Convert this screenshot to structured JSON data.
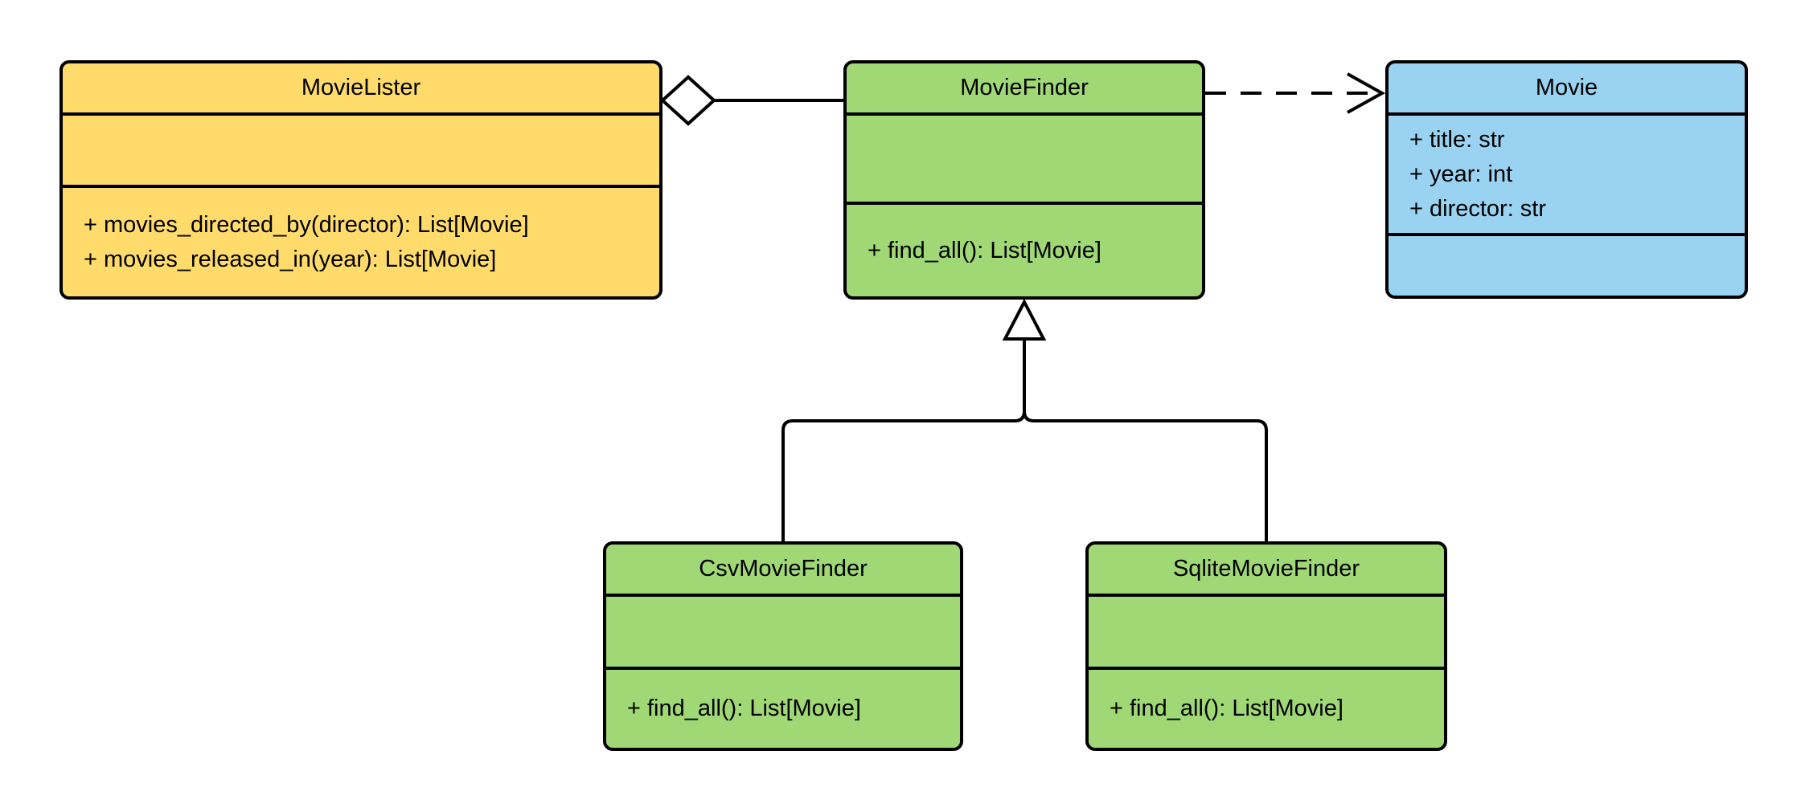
{
  "diagram": {
    "background": "#FFFFFF",
    "colors": {
      "yellow": "#FFDB6C",
      "green": "#A0D876",
      "blue": "#9AD2F2",
      "line": "#000000"
    },
    "classes": [
      {
        "name": "MovieLister",
        "color": "#FFDB6C",
        "attributes": [],
        "methods": [
          "+ movies_directed_by(director): List[Movie]",
          "+ movies_released_in(year): List[Movie]"
        ]
      },
      {
        "name": "MovieFinder",
        "color": "#A0D876",
        "attributes": [],
        "methods": [
          "+ find_all(): List[Movie]"
        ]
      },
      {
        "name": "Movie",
        "color": "#9AD2F2",
        "attributes": [
          "+ title: str",
          "+ year: int",
          "+ director: str"
        ],
        "methods": []
      },
      {
        "name": "CsvMovieFinder",
        "color": "#A0D876",
        "attributes": [],
        "methods": [
          "+ find_all(): List[Movie]"
        ]
      },
      {
        "name": "SqliteMovieFinder",
        "color": "#A0D876",
        "attributes": [],
        "methods": [
          "+ find_all(): List[Movie]"
        ]
      }
    ],
    "relationships": [
      {
        "type": "aggregation",
        "owner": "MovieLister",
        "part": "MovieFinder",
        "marker": "hollow-diamond",
        "line": "solid"
      },
      {
        "type": "dependency",
        "from": "MovieFinder",
        "to": "Movie",
        "marker": "open-arrow",
        "line": "dashed"
      },
      {
        "type": "generalization",
        "child": "CsvMovieFinder",
        "parent": "MovieFinder",
        "marker": "hollow-triangle",
        "line": "solid"
      },
      {
        "type": "generalization",
        "child": "SqliteMovieFinder",
        "parent": "MovieFinder",
        "marker": "hollow-triangle",
        "line": "solid"
      }
    ]
  }
}
